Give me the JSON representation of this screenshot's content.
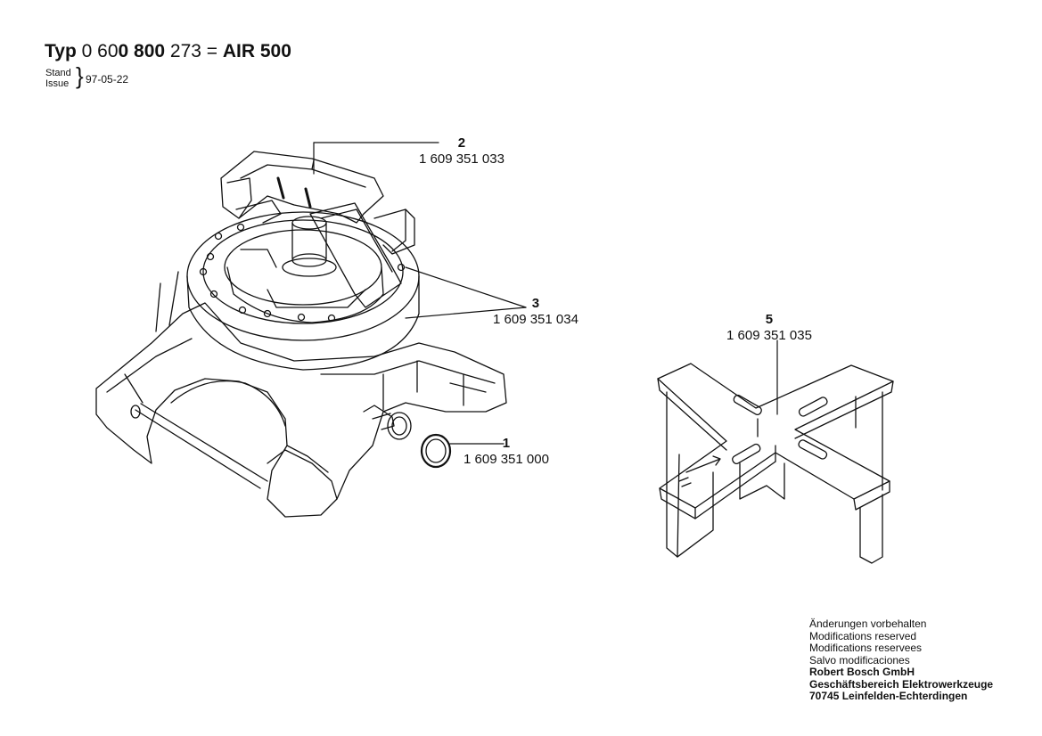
{
  "header": {
    "typ_label": "Typ",
    "num_a": "0 60",
    "num_b": "0 800",
    "num_c": " 273 = ",
    "model": "AIR 500",
    "stand_label": "Stand",
    "issue_label": "Issue",
    "date": "97-05-22"
  },
  "callouts": [
    {
      "number": "2",
      "part_number": "1 609 351 033"
    },
    {
      "number": "3",
      "part_number": "1 609 351 034"
    },
    {
      "number": "1",
      "part_number": "1 609 351 000"
    },
    {
      "number": "5",
      "part_number": "1 609 351 035"
    }
  ],
  "footer": {
    "lines": [
      "Änderungen vorbehalten",
      "Modifications reserved",
      "Modifications reservees",
      "Salvo modificaciones"
    ],
    "company": "Robert Bosch GmbH",
    "division": "Geschäftsbereich Elektrowerkzeuge",
    "address": "70745 Leinfelden-Echterdingen"
  }
}
